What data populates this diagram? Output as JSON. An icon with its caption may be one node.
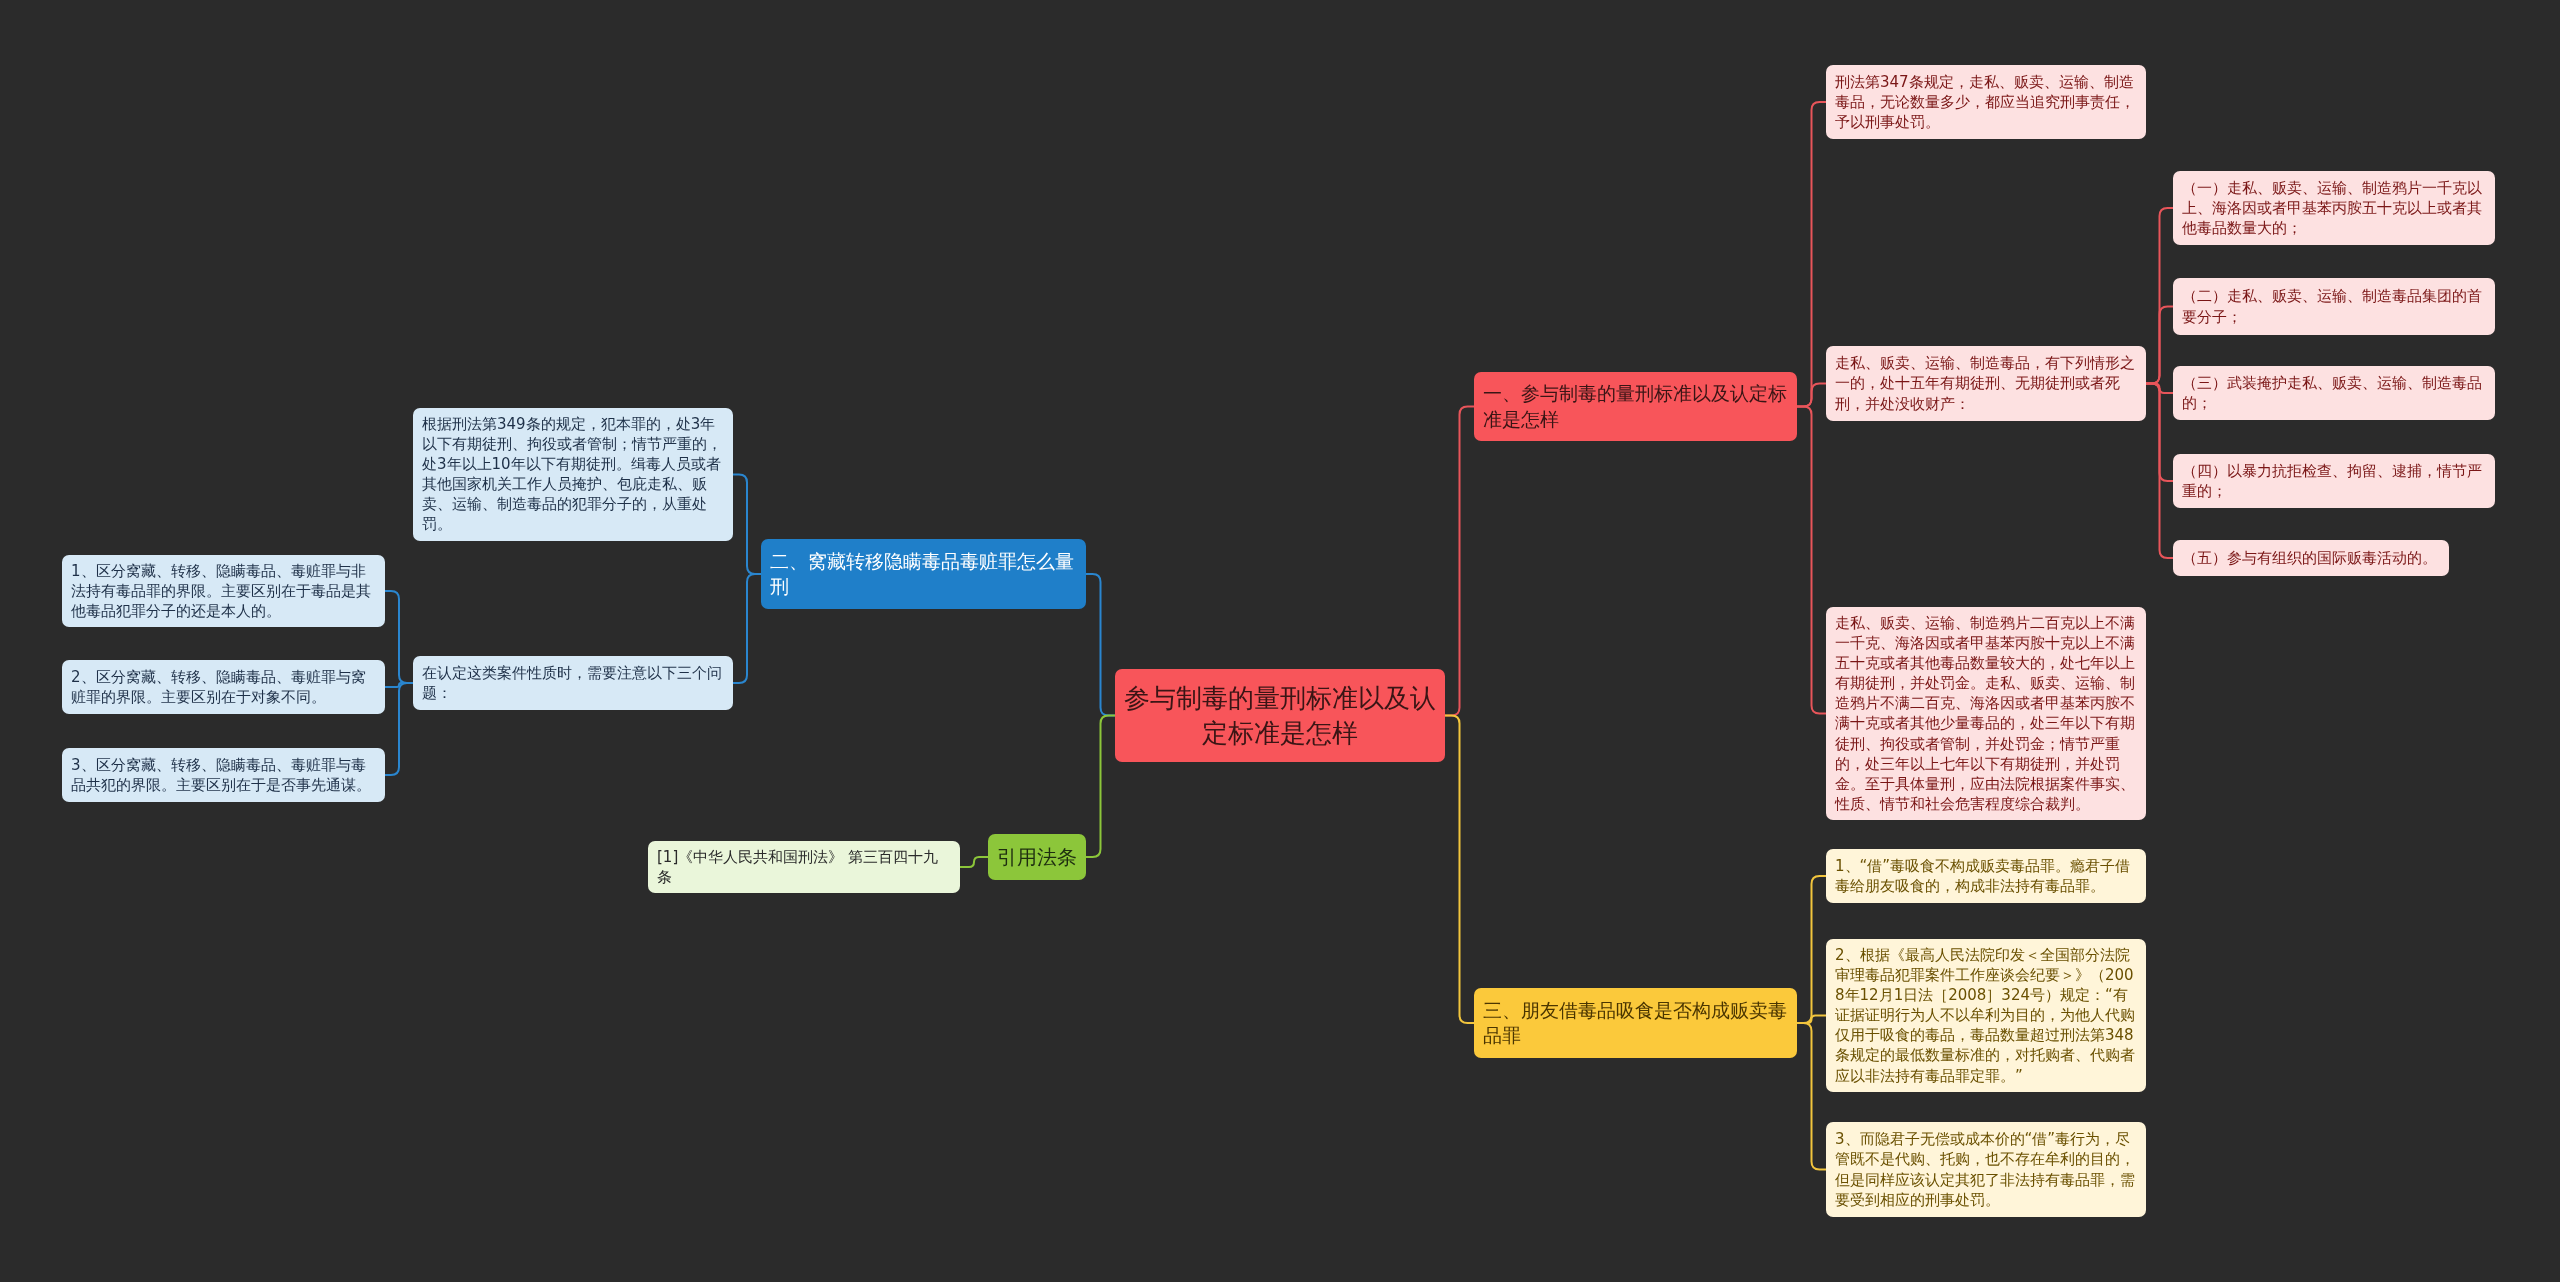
{
  "diagram": {
    "nodes": [
      {
        "text": [
          "参与制毒的量刑标准以及认定标准是怎样"
        ]
      },
      {
        "text": [
          "一、参与制毒的量刑标准以及认定标准是怎样"
        ]
      },
      {
        "text": [
          "刑法第347条规定，走私、贩卖、运输、制造毒品，无论数量多少，都应当追究刑事责任，予以刑事处罚。"
        ]
      },
      {
        "text": [
          "走私、贩卖、运输、制造毒品，有下列情形之一的，处十五年有期徒刑、无期徒刑或者死刑，并处没收财产："
        ]
      },
      {
        "text": [
          "（一）走私、贩卖、运输、制造鸦片一千克以上、海洛因或者甲基苯丙胺五十克以上或者其他毒品数量大的；"
        ]
      },
      {
        "text": [
          "（二）走私、贩卖、运输、制造毒品集团的首要分子；"
        ]
      },
      {
        "text": [
          "（三）武装掩护走私、贩卖、运输、制造毒品的；"
        ]
      },
      {
        "text": [
          "（四）以暴力抗拒检查、拘留、逮捕，情节严重的；"
        ]
      },
      {
        "text": [
          "（五）参与有组织的国际贩毒活动的。"
        ]
      },
      {
        "text": [
          "走私、贩卖、运输、制造鸦片二百克以上不满一千克、海洛因或者甲基苯丙胺十克以上不满五十克或者其他毒品数量较大的，处七年以上有期徒刑，并处罚金。走私、贩卖、运输、制造鸦片不满二百克、海洛因或者甲基苯丙胺不满十克或者其他少量毒品的，处三年以下有期徒刑、拘役或者管制，并处罚金；情节严重的，处三年以上七年以下有期徒刑，并处罚金。至于具体量刑，应由法院根据案件事实、性质、情节和社会危害程度综合裁判。"
        ]
      },
      {
        "text": [
          "三、朋友借毒品吸食是否构成贩卖毒品罪"
        ]
      },
      {
        "text": [
          "1、“借”毒吸食不构成贩卖毒品罪。瘾君子借毒给朋友吸食的，构成非法持有毒品罪。"
        ]
      },
      {
        "text": [
          "2、根据《最高人民法院印发＜全国部分法院审理毒品犯罪案件工作座谈会纪要＞》（2008年12月1日法［2008］324号）规定：“有证据证明行为人不以牟利为目的，为他人代购仅用于吸食的毒品，毒品数量超过刑法第348条规定的最低数量标准的，对托购者、代购者应以非法持有毒品罪定罪。”"
        ]
      },
      {
        "text": [
          "3、而隐君子无偿或成本价的“借”毒行为，尽管既不是代购、托购，也不存在牟利的目的，但是同样应该认定其犯了非法持有毒品罪，需要受到相应的刑事处罚。"
        ]
      },
      {
        "text": [
          "二、窝藏转移隐瞒毒品毒赃罪怎么量刑"
        ]
      },
      {
        "text": [
          "根据刑法第349条的规定，犯本罪的，处3年以下有期徒刑、拘役或者管制；情节严重的，处3年以上10年以下有期徒刑。缉毒人员或者其他国家机关工作人员掩护、包庇走私、贩卖、运输、制造毒品的犯罪分子的，从重处罚。"
        ]
      },
      {
        "text": [
          "在认定这类案件性质时，需要注意以下三个问题："
        ]
      },
      {
        "text": [
          "1、区分窝藏、转移、隐瞒毒品、毒赃罪与非法持有毒品罪的界限。主要区别在于毒品是其他毒品犯罪分子的还是本人的。"
        ]
      },
      {
        "text": [
          "2、区分窝藏、转移、隐瞒毒品、毒赃罪与窝赃罪的界限。主要区别在于对象不同。"
        ]
      },
      {
        "text": [
          "3、区分窝藏、转移、隐瞒毒品、毒赃罪与毒品共犯的界限。主要区别在于是否事先通谋。"
        ]
      },
      {
        "text": [
          "引用法条"
        ]
      },
      {
        "text": [
          "[1]《中华人民共和国刑法》 第三百四十九条"
        ]
      }
    ],
    "edges": [
      {
        "from": 0,
        "to": 1,
        "arrow": "none"
      },
      {
        "from": 1,
        "to": 2,
        "arrow": "none"
      },
      {
        "from": 1,
        "to": 3,
        "arrow": "none"
      },
      {
        "from": 3,
        "to": 4,
        "arrow": "none"
      },
      {
        "from": 3,
        "to": 5,
        "arrow": "none"
      },
      {
        "from": 3,
        "to": 6,
        "arrow": "none"
      },
      {
        "from": 3,
        "to": 7,
        "arrow": "none"
      },
      {
        "from": 3,
        "to": 8,
        "arrow": "none"
      },
      {
        "from": 1,
        "to": 9,
        "arrow": "none"
      },
      {
        "from": 0,
        "to": 10,
        "arrow": "none",
        "color": "#f2c53d"
      },
      {
        "from": 10,
        "to": 11,
        "arrow": "none",
        "color": "#f2c53d"
      },
      {
        "from": 10,
        "to": 12,
        "arrow": "none",
        "color": "#f2c53d"
      },
      {
        "from": 10,
        "to": 13,
        "arrow": "none",
        "color": "#f2c53d"
      },
      {
        "from": 0,
        "to": 14,
        "arrow": "none",
        "color": "#2a86cf"
      },
      {
        "from": 14,
        "to": 15,
        "arrow": "none",
        "color": "#2a86cf"
      },
      {
        "from": 14,
        "to": 16,
        "arrow": "none",
        "color": "#2a86cf"
      },
      {
        "from": 16,
        "to": 17,
        "arrow": "none",
        "color": "#2a86cf"
      },
      {
        "from": 16,
        "to": 18,
        "arrow": "none",
        "color": "#2a86cf"
      },
      {
        "from": 16,
        "to": 19,
        "arrow": "none",
        "color": "#2a86cf"
      },
      {
        "from": 0,
        "to": 20,
        "arrow": "none",
        "color": "#8cc63a"
      },
      {
        "from": 20,
        "to": 21,
        "arrow": "none",
        "color": "#8cc63a"
      }
    ]
  }
}
